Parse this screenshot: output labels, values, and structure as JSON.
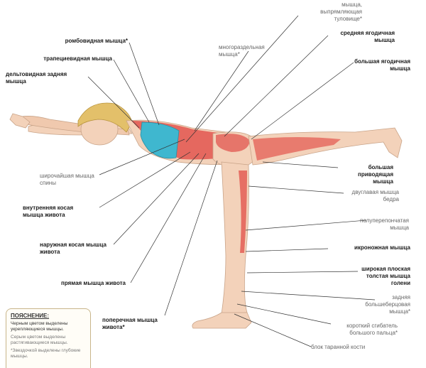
{
  "labels": {
    "rhomboid": "ромбовидная мышца*",
    "trapezius": "трапециевидная мышца",
    "deltoid_posterior": "дельтовидная задняя\nмышца",
    "erector_spinae": "мышца,\nвыпрямляющая\nтуловище*",
    "multifidus": "многораздельная\nмышца*",
    "gluteus_medius": "средняя ягодичная\nмышца",
    "gluteus_maximus": "большая ягодичная\nмышца",
    "latissimus": "широчайшая мышца\nспины",
    "internal_oblique": "внутренняя косая\nмышца живота",
    "external_oblique": "наружная косая мышца\nживота",
    "rectus_abdominis": "прямая мышца живота",
    "transversus": "поперечная мышца\nживота*",
    "adductor_magnus": "большая\nприводящая\nмышца",
    "biceps_femoris": "двуглавая мышца\nбедра",
    "semimembranosus": "полуперепончатая\nмышца",
    "gastrocnemius": "икроножная мышца",
    "soleus": "широкая плоская\nтолстая мышца\nголени",
    "tibialis_posterior": "задняя\nбольшеберцовая\nмышца*",
    "extensor_hallucis": "короткий сгибатель\nбольшого пальца*",
    "tibiofibular": "блок таранной кости"
  },
  "legend": {
    "title": "ПОЯСНЕНИЕ:",
    "black": "Черным цветом выделены укрепляющиеся мышцы.",
    "gray": "Серым цветом выделены растягивающиеся мышцы.",
    "star": "*Звездочкой выделены глубокие мышцы."
  },
  "colors": {
    "skin": "#f3d2ba",
    "muscle": "#e2564f",
    "top": "#3fb7cf",
    "hair": "#e3c06a",
    "leader": "#333333"
  }
}
